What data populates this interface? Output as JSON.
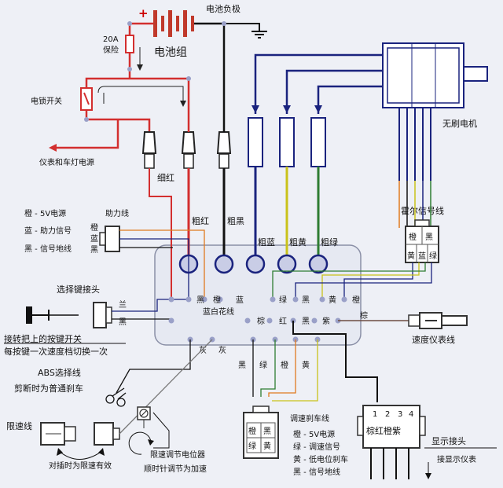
{
  "top": {
    "battery_pack": "电池组",
    "battery_negative": "电池负极",
    "fuse_rating": "20A",
    "fuse_label": "保险",
    "plus_sign": "+",
    "lock_switch": "电锁开关",
    "dashboard_power": "仪表和车灯电源",
    "motor": "无刷电机"
  },
  "wires": {
    "thin_red": "细红",
    "thick_red": "粗红",
    "thick_black": "粗黑",
    "thick_blue": "粗蓝",
    "thick_yellow": "粗黄",
    "thick_green": "粗绿"
  },
  "hall": {
    "title": "霍尔信号线",
    "cells": [
      "橙",
      "黑",
      "黄",
      "蓝",
      "绿"
    ]
  },
  "assist": {
    "title": "助力线",
    "line1": "橙 - 5V电源",
    "line2": "蓝 - 助力信号",
    "line3": "黑 - 信号地线",
    "pin_labels": [
      "橙",
      "蓝",
      "黑"
    ]
  },
  "selector": {
    "title": "选择键接头",
    "line1": "接转把上的按键开关",
    "line2": "每按键一次速度档切换一次",
    "pin_labels": [
      "兰",
      "黑"
    ]
  },
  "controller": {
    "row1": [
      "黑",
      "橙",
      "蓝",
      "绿",
      "黑",
      "黄",
      "橙"
    ],
    "row2_left": "蓝白花线",
    "row2": [
      "棕",
      "红",
      "黑",
      "紫"
    ],
    "row3": [
      "灰",
      "灰"
    ],
    "brown_right": "棕"
  },
  "abs": {
    "title": "ABS选择线",
    "note": "剪断时为普通刹车"
  },
  "speed_limit": {
    "title": "限速线",
    "note": "对插时为限速有效",
    "pot": "限速调节电位器",
    "pot_note": "顺时针调节为加速"
  },
  "speedo": {
    "title": "速度仪表线"
  },
  "brake": {
    "wire_labels": [
      "黑",
      "绿",
      "橙",
      "黄"
    ],
    "title": "调速刹车线",
    "line1": "橙 - 5V电源",
    "line2": "绿 - 调速信号",
    "line3": "黄 - 低电位刹车",
    "line4": "黑 - 信号地线",
    "cells": [
      "橙",
      "黑",
      "绿",
      "黄"
    ]
  },
  "display": {
    "pins": [
      "1",
      "2",
      "3",
      "4"
    ],
    "colors": "棕红橙紫",
    "title": "显示接头",
    "note": "接显示仪表"
  }
}
